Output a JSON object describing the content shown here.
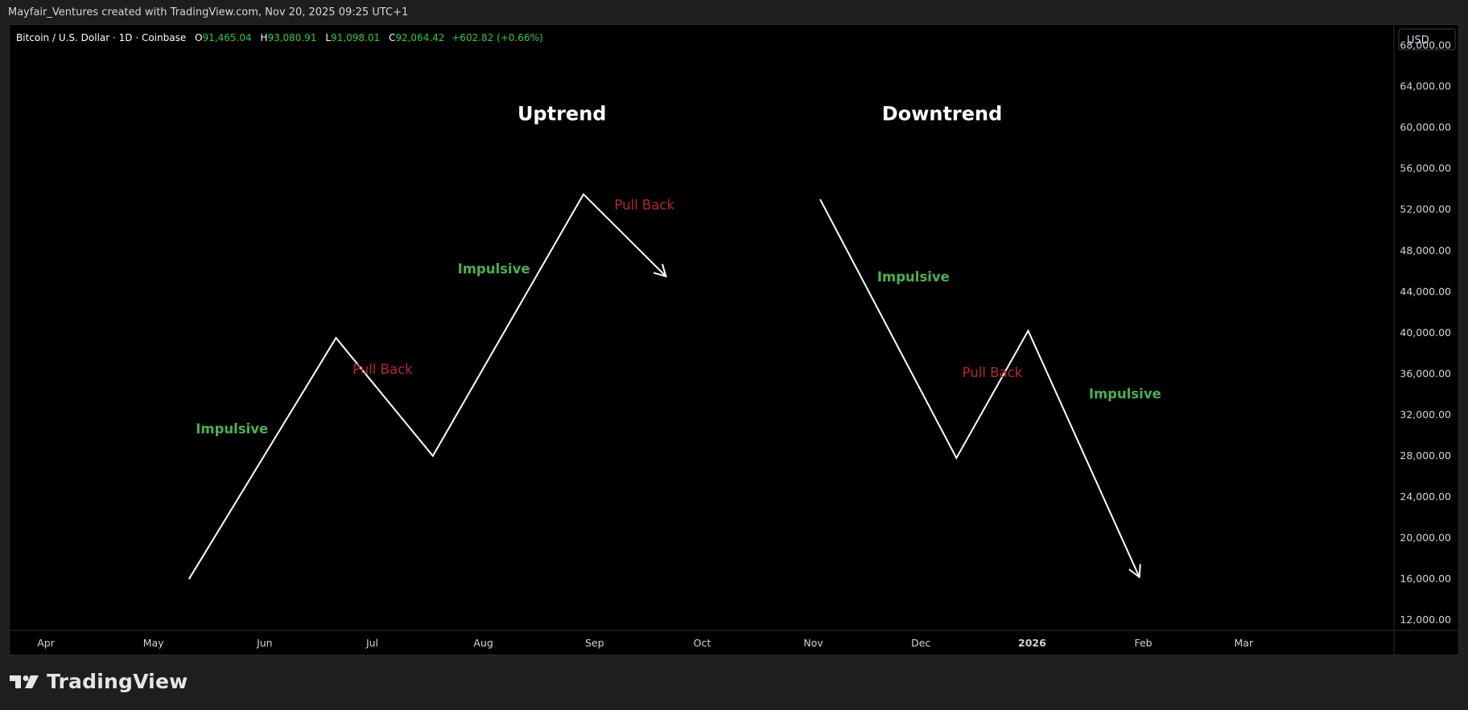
{
  "header": {
    "credit": "Mayfair_Ventures created with TradingView.com, Nov 20, 2025 09:25 UTC+1"
  },
  "legend": {
    "symbol": "Bitcoin / U.S. Dollar · 1D · Coinbase",
    "o_label": "O",
    "o_value": "91,465.04",
    "h_label": "H",
    "h_value": "93,080.91",
    "l_label": "L",
    "l_value": "91,098.01",
    "c_label": "C",
    "c_value": "92,064.42",
    "change": "+602.82 (+0.66%)"
  },
  "currency": "USD",
  "footer": {
    "brand": "TradingView"
  },
  "colors": {
    "background": "#000000",
    "line": "#ffffff",
    "impulsive": "#4caf50",
    "pullback": "#b22833",
    "ohlc_value": "#2ecc40",
    "axis_text": "#d1d4dc"
  },
  "chart_data": {
    "type": "line",
    "title": "",
    "xlabel": "",
    "ylabel": "",
    "x_ticks": [
      "Apr",
      "May",
      "Jun",
      "Jul",
      "Aug",
      "Sep",
      "Oct",
      "Nov",
      "Dec",
      "2026",
      "Feb",
      "Mar"
    ],
    "y_ticks": [
      12000,
      16000,
      20000,
      24000,
      28000,
      32000,
      36000,
      40000,
      44000,
      48000,
      52000,
      56000,
      60000,
      64000,
      68000
    ],
    "y_tick_labels": [
      "12,000.00",
      "16,000.00",
      "20,000.00",
      "24,000.00",
      "28,000.00",
      "32,000.00",
      "36,000.00",
      "40,000.00",
      "44,000.00",
      "48,000.00",
      "52,000.00",
      "56,000.00",
      "60,000.00",
      "64,000.00",
      "68,000.00"
    ],
    "ylim": [
      11000,
      70000
    ],
    "xlim": [
      "2025-03-21",
      "2026-04-11"
    ],
    "grid": false,
    "series": [
      {
        "name": "Uptrend",
        "points": [
          {
            "x": "2025-05-10",
            "y": 16000
          },
          {
            "x": "2025-06-20",
            "y": 39500
          },
          {
            "x": "2025-07-17",
            "y": 28000
          },
          {
            "x": "2025-08-28",
            "y": 53500
          },
          {
            "x": "2025-09-20",
            "y": 45500
          }
        ],
        "end_arrow": true
      },
      {
        "name": "Downtrend",
        "points": [
          {
            "x": "2025-11-02",
            "y": 53000
          },
          {
            "x": "2025-12-10",
            "y": 27800
          },
          {
            "x": "2025-12-30",
            "y": 40200
          },
          {
            "x": "2026-01-30",
            "y": 16200
          }
        ],
        "end_arrow": true
      }
    ],
    "annotations": [
      {
        "text": "Uptrend",
        "x": "2025-08-22",
        "y": 60700,
        "style": "heading"
      },
      {
        "text": "Downtrend",
        "x": "2025-12-06",
        "y": 60700,
        "style": "heading"
      },
      {
        "text": "Impulsive",
        "x": "2025-05-22",
        "y": 30200,
        "style": "impulsive"
      },
      {
        "text": "Pull Back",
        "x": "2025-07-03",
        "y": 36000,
        "style": "pullback"
      },
      {
        "text": "Impulsive",
        "x": "2025-08-03",
        "y": 45800,
        "style": "impulsive"
      },
      {
        "text": "Pull Back",
        "x": "2025-09-14",
        "y": 52000,
        "style": "pullback"
      },
      {
        "text": "Impulsive",
        "x": "2025-11-28",
        "y": 45000,
        "style": "impulsive"
      },
      {
        "text": "Pull Back",
        "x": "2025-12-20",
        "y": 35700,
        "style": "pullback"
      },
      {
        "text": "Impulsive",
        "x": "2026-01-26",
        "y": 33600,
        "style": "impulsive"
      }
    ]
  }
}
